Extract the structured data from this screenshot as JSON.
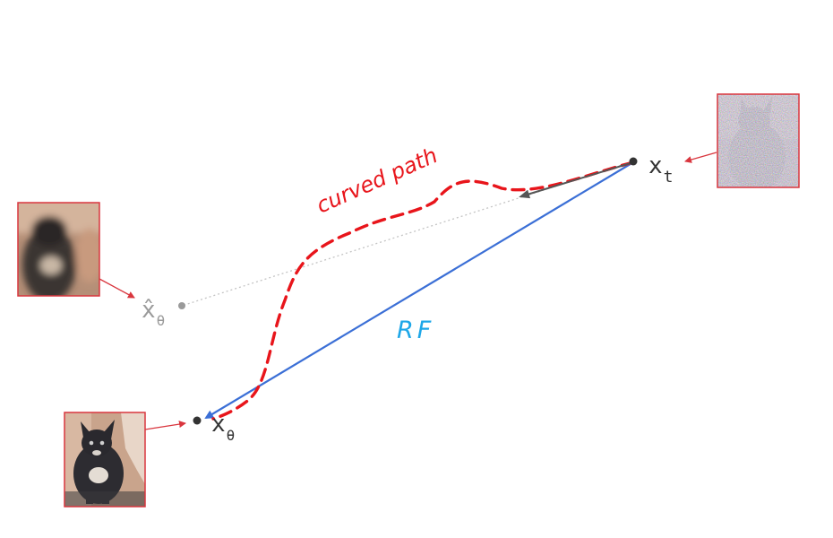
{
  "labels": {
    "x_t": {
      "base": "x",
      "sub": "t"
    },
    "x0_hat": {
      "base": "x̂",
      "sub": "θ"
    },
    "x0": {
      "base": "x",
      "sub": "θ"
    },
    "curved_path": "curved path",
    "rf": "RF"
  },
  "colors": {
    "curved_path": "#e8151b",
    "rf_line": "#3b6fd6",
    "rf_text": "#1ea7e8",
    "prediction_arrow": "#555555",
    "hat_point": "#9a9a9a",
    "connector": "#d9363e",
    "frame": "#d9363e"
  },
  "images": {
    "noisy": "noisy-cat-image",
    "blurry": "blurry-cat-image",
    "clean": "clean-cat-image"
  }
}
